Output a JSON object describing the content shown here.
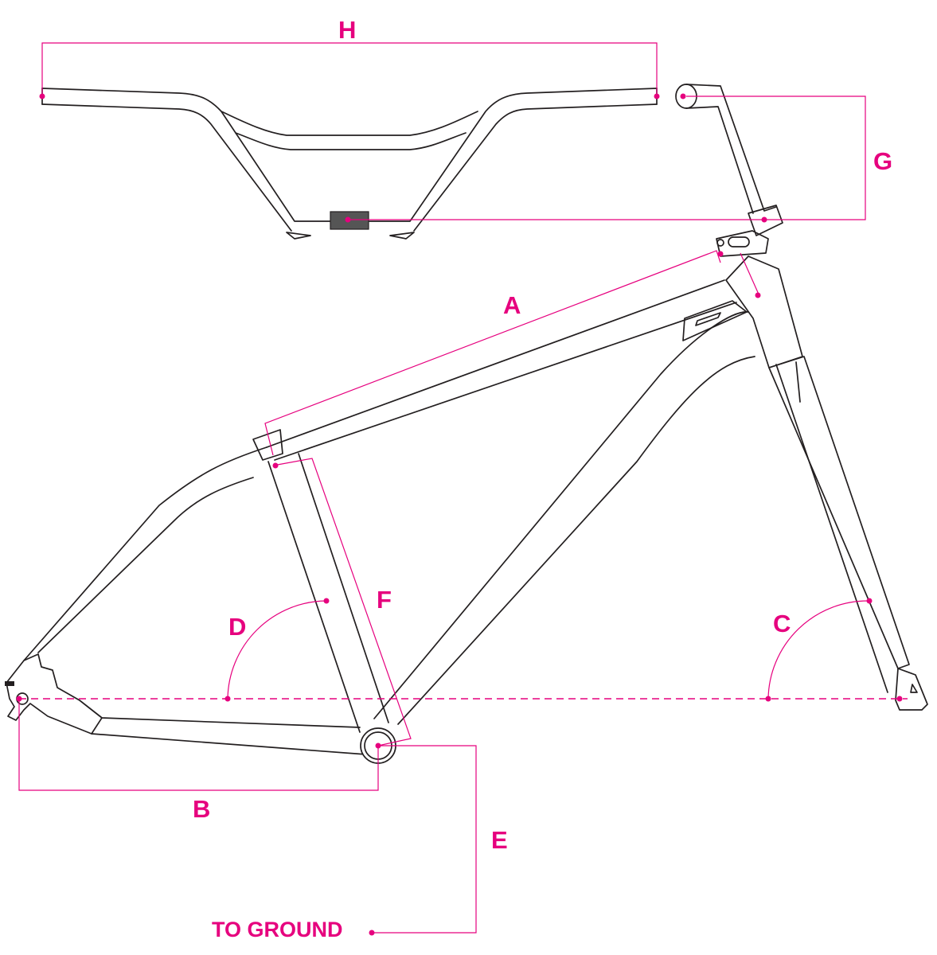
{
  "colors": {
    "accent": "#e6007e",
    "line": "#231f20",
    "background": "#ffffff"
  },
  "labels": {
    "a": "A",
    "b": "B",
    "c": "C",
    "d": "D",
    "e": "E",
    "f": "F",
    "g": "G",
    "h": "H",
    "to_ground": "TO GROUND"
  }
}
